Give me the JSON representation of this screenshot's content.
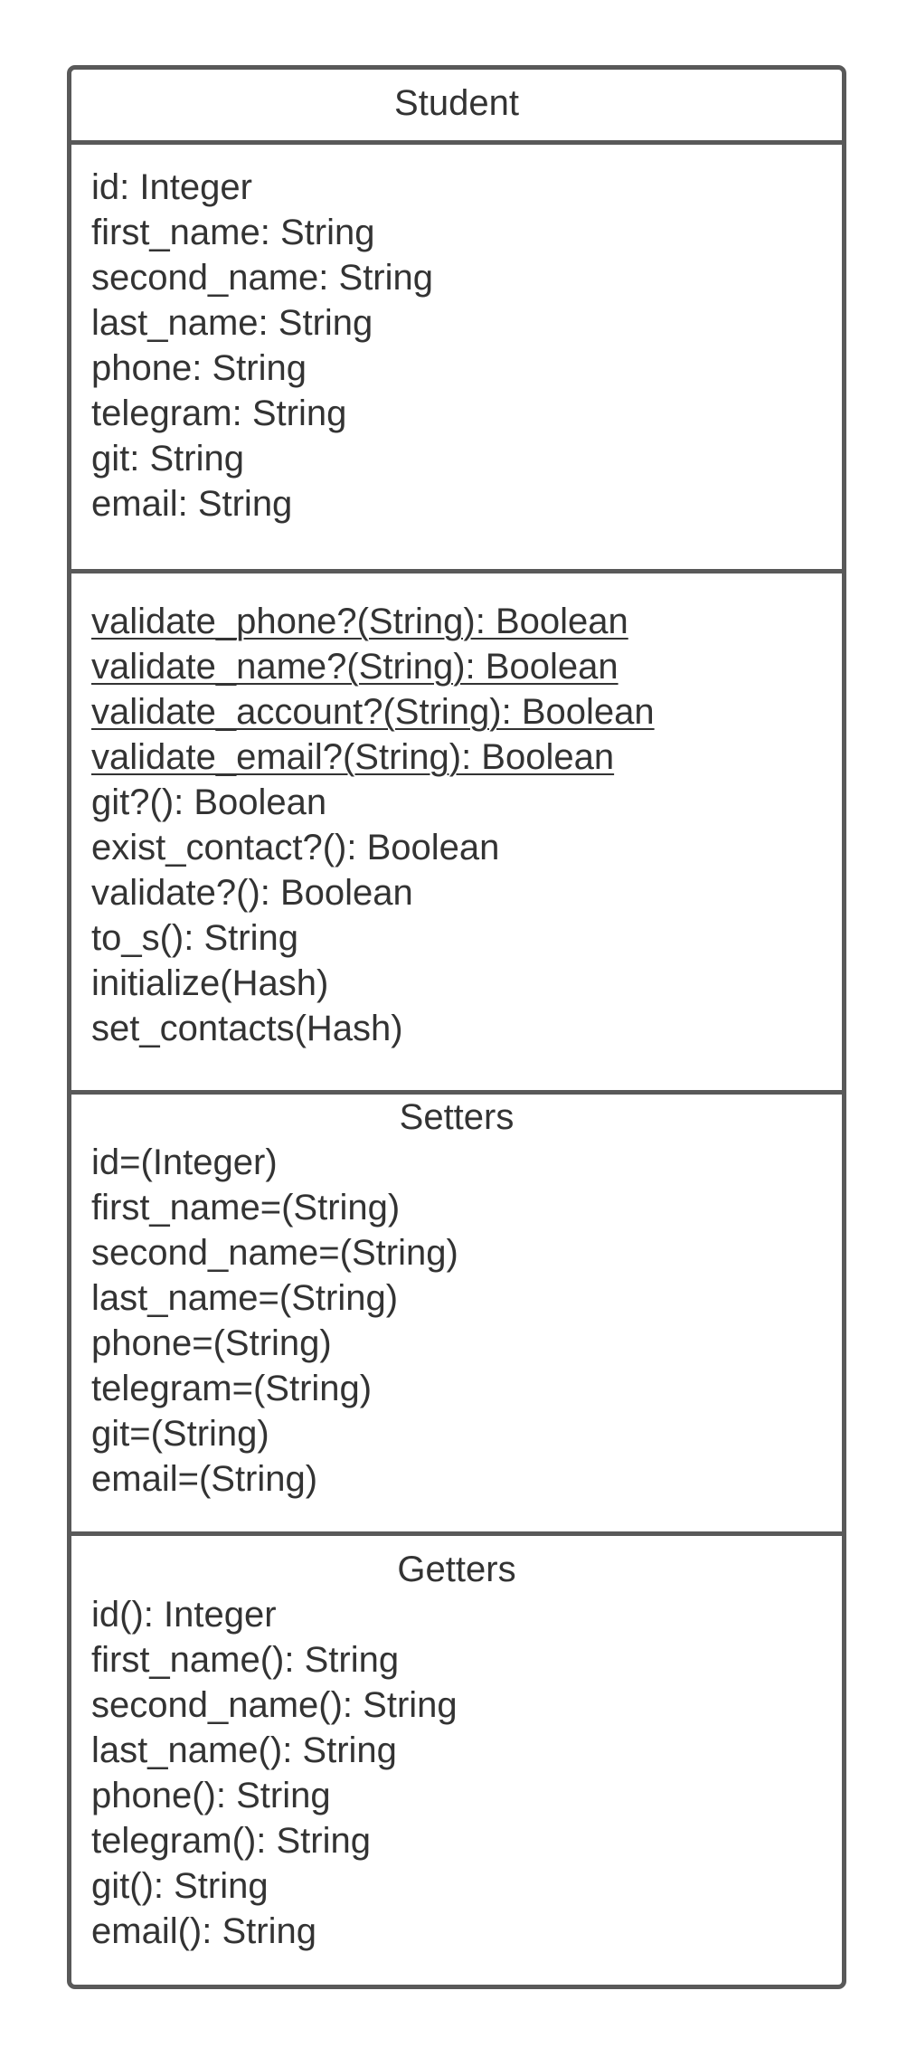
{
  "class_name": "Student",
  "attributes": [
    "id: Integer",
    "first_name: String",
    "second_name: String",
    "last_name: String",
    "phone: String",
    "telegram: String",
    "git: String",
    "email: String"
  ],
  "methods": [
    {
      "text": "validate_phone?(String): Boolean",
      "static": true
    },
    {
      "text": "validate_name?(String): Boolean",
      "static": true
    },
    {
      "text": "validate_account?(String): Boolean",
      "static": true
    },
    {
      "text": "validate_email?(String): Boolean",
      "static": true
    },
    {
      "text": "git?(): Boolean",
      "static": false
    },
    {
      "text": "exist_contact?(): Boolean",
      "static": false
    },
    {
      "text": "validate?(): Boolean",
      "static": false
    },
    {
      "text": "to_s(): String",
      "static": false
    },
    {
      "text": "initialize(Hash)",
      "static": false
    },
    {
      "text": "set_contacts(Hash)",
      "static": false
    }
  ],
  "setters": {
    "title": "Setters",
    "items": [
      "id=(Integer)",
      "first_name=(String)",
      "second_name=(String)",
      "last_name=(String)",
      "phone=(String)",
      "telegram=(String)",
      "git=(String)",
      "email=(String)"
    ]
  },
  "getters": {
    "title": "Getters",
    "items": [
      "id(): Integer",
      "first_name(): String",
      "second_name(): String",
      "last_name(): String",
      "phone(): String",
      "telegram(): String",
      "git(): String",
      "email(): String"
    ]
  },
  "colors": {
    "border": "#595959",
    "text": "#333333",
    "background": "#ffffff"
  }
}
